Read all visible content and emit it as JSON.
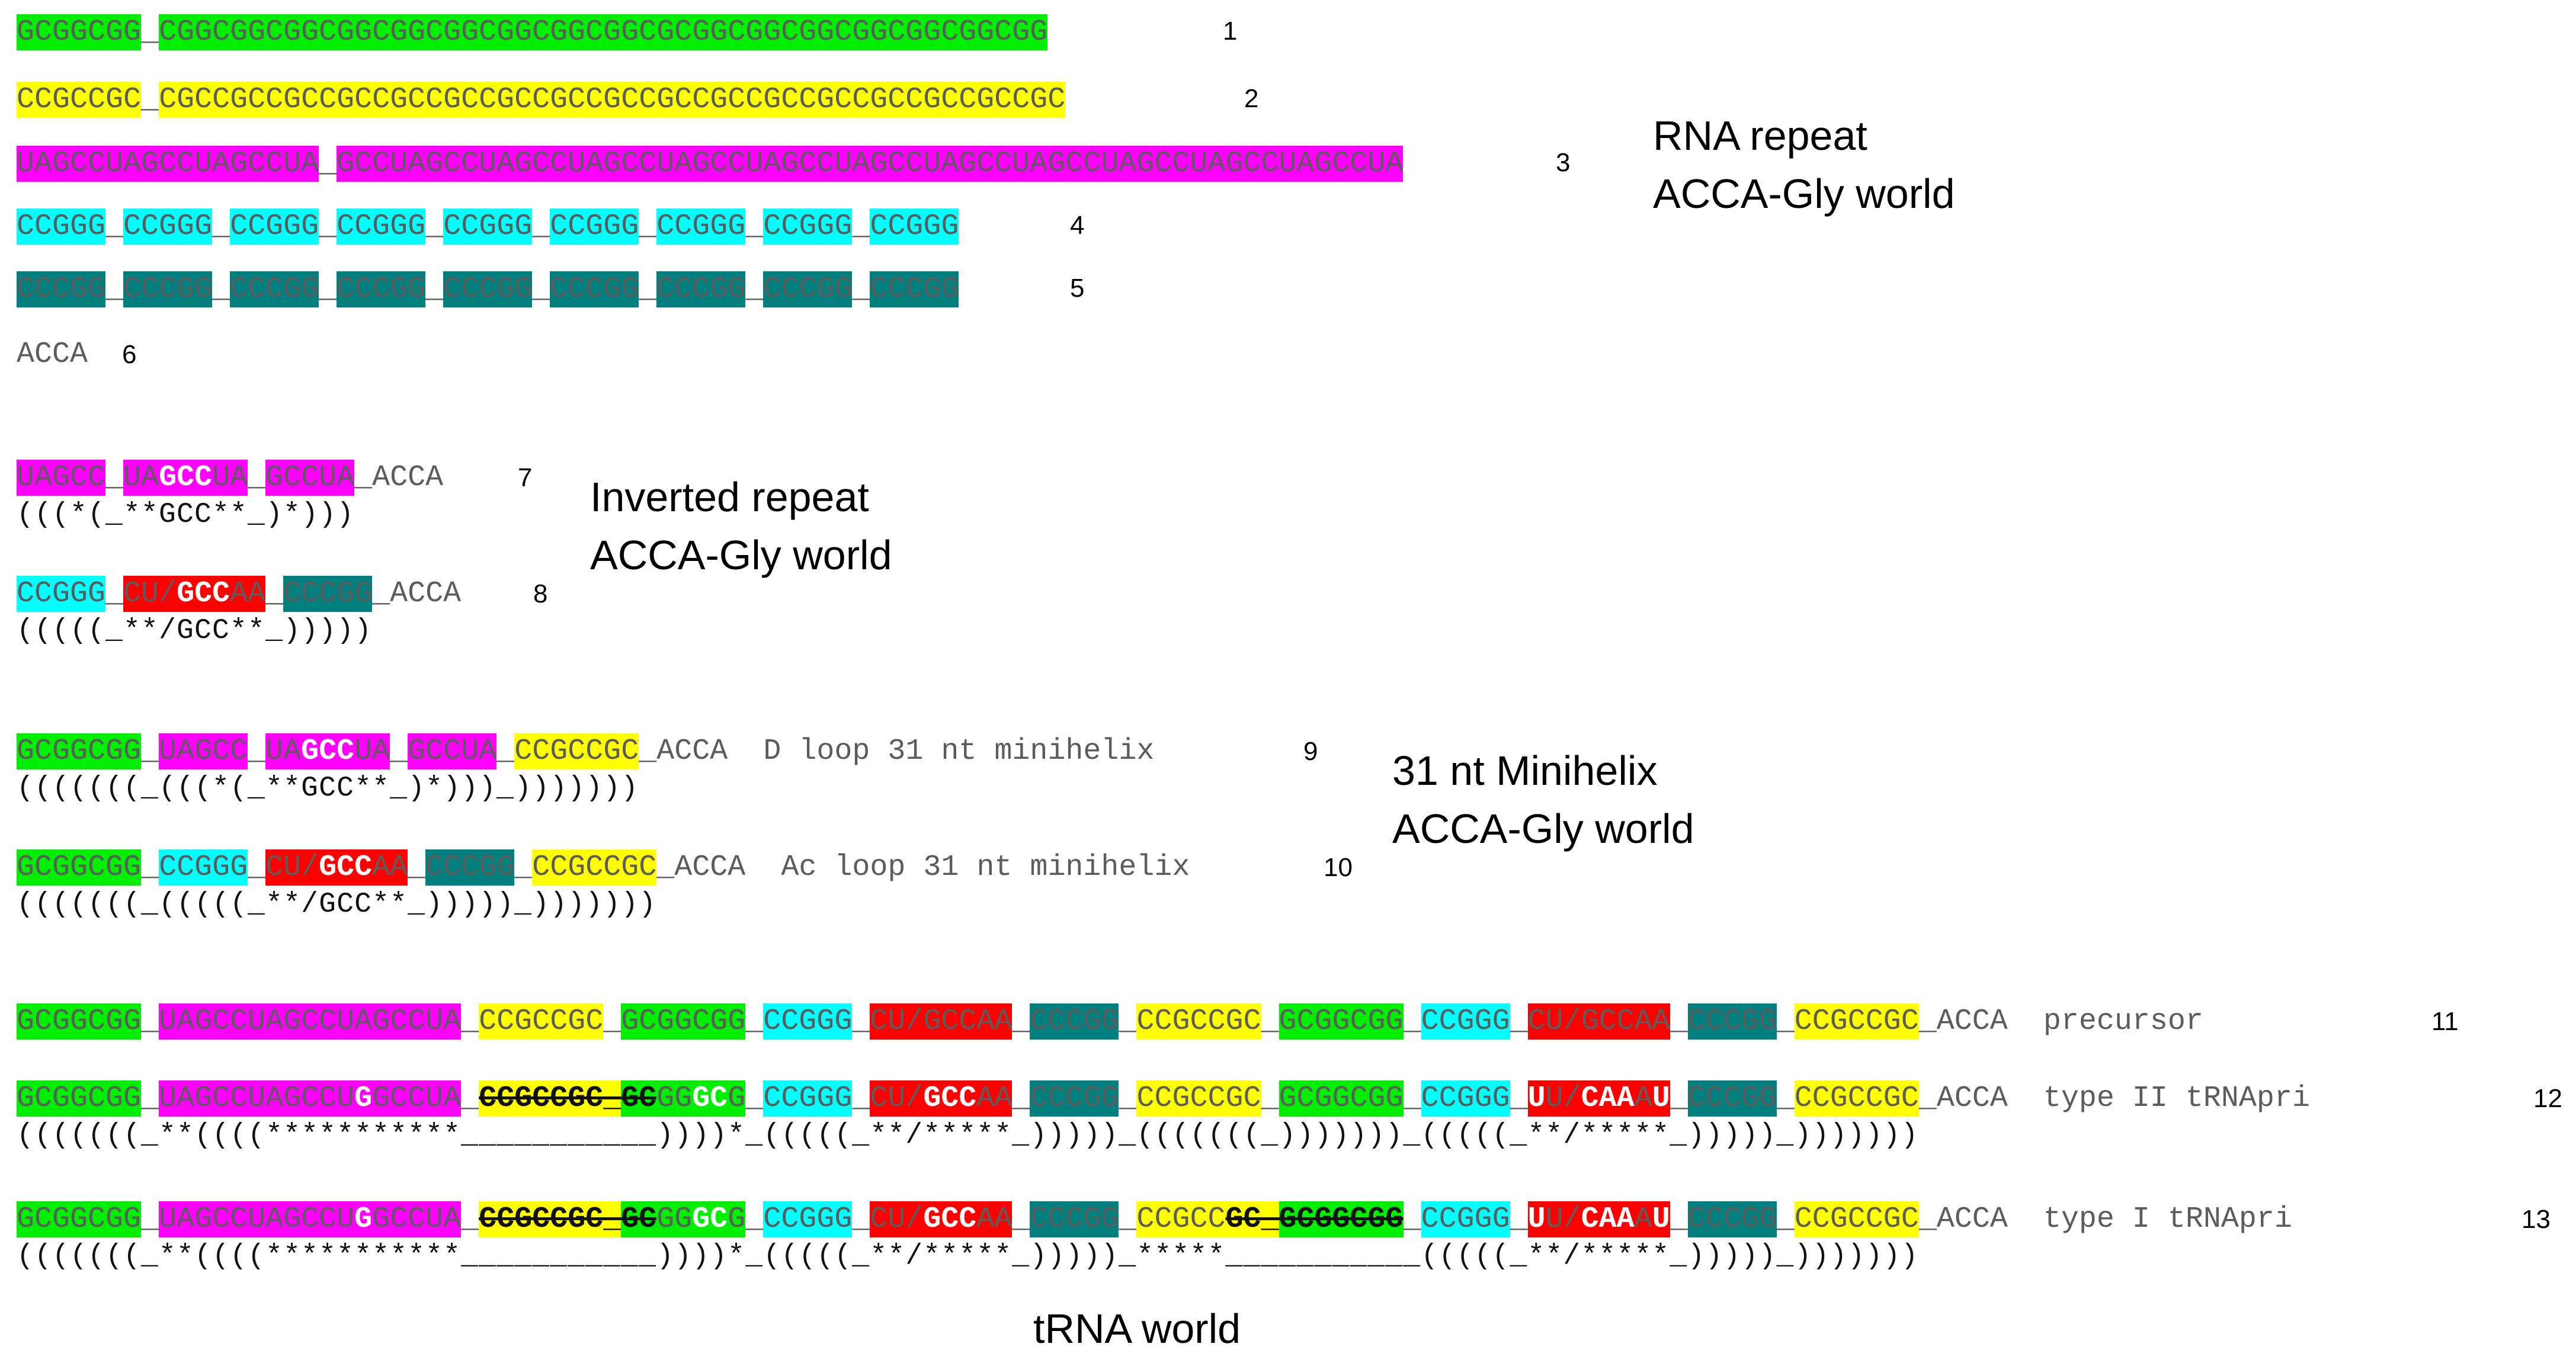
{
  "rows": [
    {
      "num": "1",
      "label": "",
      "segments": [
        {
          "t": "GCGGCGG",
          "c": "green"
        },
        {
          "t": "_",
          "c": "sep"
        },
        {
          "t": "CGGCGGCGGCGGCGGCGGCGGCGGCGGCGCGGCGGCGGCGGCGGCGGCGG",
          "c": "green"
        }
      ]
    },
    {
      "num": "2",
      "label": "",
      "segments": [
        {
          "t": "CCGCCGC",
          "c": "yellow"
        },
        {
          "t": "_",
          "c": "sep"
        },
        {
          "t": "CGCCGCCGCCGCCGCCGCCGCCGCCGCCGCCGCCGCCGCCGCCGCCGCCGC",
          "c": "yellow"
        }
      ]
    },
    {
      "num": "3",
      "label": "",
      "segments": [
        {
          "t": "UAGCCUAGCCUAGCCUA",
          "c": "magenta"
        },
        {
          "t": "_",
          "c": "sep"
        },
        {
          "t": "GCCUAGCCUAGCCUAGCCUAGCCUAGCCUAGCCUAGCCUAGCCUAGCCUAGCCUAGCCUA",
          "c": "magenta"
        }
      ]
    },
    {
      "num": "4",
      "label": "",
      "segments": [
        {
          "t": "CCGGG",
          "c": "cyan"
        },
        {
          "t": "_",
          "c": "sep"
        },
        {
          "t": "CCGGG",
          "c": "cyan"
        },
        {
          "t": "_",
          "c": "sep"
        },
        {
          "t": "CCGGG",
          "c": "cyan"
        },
        {
          "t": "_",
          "c": "sep"
        },
        {
          "t": "CCGGG",
          "c": "cyan"
        },
        {
          "t": "_",
          "c": "sep"
        },
        {
          "t": "CCGGG",
          "c": "cyan"
        },
        {
          "t": "_",
          "c": "sep"
        },
        {
          "t": "CCGGG",
          "c": "cyan"
        },
        {
          "t": "_",
          "c": "sep"
        },
        {
          "t": "CCGGG",
          "c": "cyan"
        },
        {
          "t": "_",
          "c": "sep"
        },
        {
          "t": "CCGGG",
          "c": "cyan"
        },
        {
          "t": "_",
          "c": "sep"
        },
        {
          "t": "CCGGG",
          "c": "cyan"
        }
      ]
    },
    {
      "num": "5",
      "label": "",
      "segments": [
        {
          "t": "CCCGG",
          "c": "teal"
        },
        {
          "t": "_",
          "c": "sep"
        },
        {
          "t": "CCCGG",
          "c": "teal"
        },
        {
          "t": "_",
          "c": "sep"
        },
        {
          "t": "CCCGG",
          "c": "teal"
        },
        {
          "t": "_",
          "c": "sep"
        },
        {
          "t": "CCCGG",
          "c": "teal"
        },
        {
          "t": "_",
          "c": "sep"
        },
        {
          "t": "CCCGG",
          "c": "teal"
        },
        {
          "t": "_",
          "c": "sep"
        },
        {
          "t": "CCCGG",
          "c": "teal"
        },
        {
          "t": "_",
          "c": "sep"
        },
        {
          "t": "CCCGG",
          "c": "teal"
        },
        {
          "t": "_",
          "c": "sep"
        },
        {
          "t": "CCCGG",
          "c": "teal"
        },
        {
          "t": "_",
          "c": "sep"
        },
        {
          "t": "CCCGG",
          "c": "teal"
        }
      ]
    },
    {
      "num": "6",
      "label": "",
      "segments": [
        {
          "t": "ACCA ",
          "c": "plain"
        }
      ]
    },
    {
      "num": "7",
      "label": "",
      "segments": [
        {
          "t": "UAGCC",
          "c": "magenta"
        },
        {
          "t": "_",
          "c": "sep"
        },
        {
          "t": "UA",
          "c": "magenta"
        },
        {
          "t": "GCC",
          "c": "magenta white"
        },
        {
          "t": "UA",
          "c": "magenta"
        },
        {
          "t": "_",
          "c": "sep"
        },
        {
          "t": "GCCUA",
          "c": "magenta"
        },
        {
          "t": "_ACCA",
          "c": "plain"
        }
      ],
      "structure": "(((*(_**GCC**_)*)))"
    },
    {
      "num": "8",
      "label": "",
      "segments": [
        {
          "t": "CCGGG",
          "c": "cyan"
        },
        {
          "t": "_",
          "c": "sep"
        },
        {
          "t": "CU/",
          "c": "red"
        },
        {
          "t": "GCC",
          "c": "red white"
        },
        {
          "t": "AA",
          "c": "red"
        },
        {
          "t": "_",
          "c": "sep"
        },
        {
          "t": "CCCGG",
          "c": "teal"
        },
        {
          "t": "_ACCA",
          "c": "plain"
        }
      ],
      "structure": "(((((_**/GCC**_)))))"
    },
    {
      "num": "9",
      "label": "D loop 31 nt minihelix",
      "segments": [
        {
          "t": "GCGGCGG",
          "c": "green"
        },
        {
          "t": "_",
          "c": "sep"
        },
        {
          "t": "UAGCC",
          "c": "magenta"
        },
        {
          "t": "_",
          "c": "sep"
        },
        {
          "t": "UA",
          "c": "magenta"
        },
        {
          "t": "GCC",
          "c": "magenta white"
        },
        {
          "t": "UA",
          "c": "magenta"
        },
        {
          "t": "_",
          "c": "sep"
        },
        {
          "t": "GCCUA",
          "c": "magenta"
        },
        {
          "t": "_",
          "c": "sep"
        },
        {
          "t": "CCGCCGC",
          "c": "yellow"
        },
        {
          "t": "_ACCA",
          "c": "plain"
        }
      ],
      "structure": "(((((((_(((*(_**GCC**_)*)))_)))))))"
    },
    {
      "num": "10",
      "label": "Ac loop 31 nt minihelix",
      "segments": [
        {
          "t": "GCGGCGG",
          "c": "green"
        },
        {
          "t": "_",
          "c": "sep"
        },
        {
          "t": "CCGGG",
          "c": "cyan"
        },
        {
          "t": "_",
          "c": "sep"
        },
        {
          "t": "CU/",
          "c": "red"
        },
        {
          "t": "GCC",
          "c": "red white"
        },
        {
          "t": "AA",
          "c": "red"
        },
        {
          "t": "_",
          "c": "sep"
        },
        {
          "t": "CCCGG",
          "c": "teal"
        },
        {
          "t": "_",
          "c": "sep"
        },
        {
          "t": "CCGCCGC",
          "c": "yellow"
        },
        {
          "t": "_ACCA",
          "c": "plain"
        }
      ],
      "structure": "(((((((_(((((_**/GCC**_)))))_)))))))"
    },
    {
      "num": "11",
      "label": "precursor",
      "segments": [
        {
          "t": "GCGGCGG",
          "c": "green"
        },
        {
          "t": "_",
          "c": "sep"
        },
        {
          "t": "UAGCCUAGCCUAGCCUA",
          "c": "magenta"
        },
        {
          "t": "_",
          "c": "sep"
        },
        {
          "t": "CCGCCGC",
          "c": "yellow"
        },
        {
          "t": "_",
          "c": "sep"
        },
        {
          "t": "GCGGCGG",
          "c": "green"
        },
        {
          "t": "_",
          "c": "sep"
        },
        {
          "t": "CCGGG",
          "c": "cyan"
        },
        {
          "t": "_",
          "c": "sep"
        },
        {
          "t": "CU/GCCAA",
          "c": "red"
        },
        {
          "t": "_",
          "c": "sep"
        },
        {
          "t": "CCCGG",
          "c": "teal"
        },
        {
          "t": "_",
          "c": "sep"
        },
        {
          "t": "CCGCCGC",
          "c": "yellow"
        },
        {
          "t": "_",
          "c": "sep"
        },
        {
          "t": "GCGGCGG",
          "c": "green"
        },
        {
          "t": "_",
          "c": "sep"
        },
        {
          "t": "CCGGG",
          "c": "cyan"
        },
        {
          "t": "_",
          "c": "sep"
        },
        {
          "t": "CU/GCCAA",
          "c": "red"
        },
        {
          "t": "_",
          "c": "sep"
        },
        {
          "t": "CCCGG",
          "c": "teal"
        },
        {
          "t": "_",
          "c": "sep"
        },
        {
          "t": "CCGCCGC",
          "c": "yellow"
        },
        {
          "t": "_ACCA",
          "c": "plain"
        }
      ]
    },
    {
      "num": "12",
      "label": "type II tRNApri",
      "segments": [
        {
          "t": "GCGGCGG",
          "c": "green"
        },
        {
          "t": "_",
          "c": "sep"
        },
        {
          "t": "UAGCCUAGCCU",
          "c": "magenta"
        },
        {
          "t": "G",
          "c": "magenta white"
        },
        {
          "t": "GCCUA",
          "c": "magenta"
        },
        {
          "t": "_",
          "c": "sep"
        },
        {
          "t": "CCGCCGC_",
          "c": "yellow strike"
        },
        {
          "t": "GC",
          "c": "green strike"
        },
        {
          "t": "GG",
          "c": "green"
        },
        {
          "t": "GC",
          "c": "green white"
        },
        {
          "t": "G",
          "c": "green"
        },
        {
          "t": "_",
          "c": "sep"
        },
        {
          "t": "CCGGG",
          "c": "cyan"
        },
        {
          "t": "_",
          "c": "sep"
        },
        {
          "t": "CU/",
          "c": "red"
        },
        {
          "t": "GCC",
          "c": "red white"
        },
        {
          "t": "AA",
          "c": "red"
        },
        {
          "t": "_",
          "c": "sep"
        },
        {
          "t": "CCCGG",
          "c": "teal"
        },
        {
          "t": "_",
          "c": "sep"
        },
        {
          "t": "CCGCCGC",
          "c": "yellow"
        },
        {
          "t": "_",
          "c": "sep"
        },
        {
          "t": "GCGGCGG",
          "c": "green"
        },
        {
          "t": "_",
          "c": "sep"
        },
        {
          "t": "CCGGG",
          "c": "cyan"
        },
        {
          "t": "_",
          "c": "sep"
        },
        {
          "t": "U",
          "c": "red white"
        },
        {
          "t": "U/",
          "c": "red"
        },
        {
          "t": "CAA",
          "c": "red white"
        },
        {
          "t": "A",
          "c": "red"
        },
        {
          "t": "U",
          "c": "red white"
        },
        {
          "t": "_",
          "c": "sep"
        },
        {
          "t": "CCCGG",
          "c": "teal"
        },
        {
          "t": "_",
          "c": "sep"
        },
        {
          "t": "CCGCCGC",
          "c": "yellow"
        },
        {
          "t": "_ACCA",
          "c": "plain"
        }
      ],
      "structure": "(((((((_**((((***********___________))))*_(((((_**/*****_)))))_(((((((_)))))))_(((((_**/*****_)))))_)))))))"
    },
    {
      "num": "13",
      "label": "type I tRNApri",
      "segments": [
        {
          "t": "GCGGCGG",
          "c": "green"
        },
        {
          "t": "_",
          "c": "sep"
        },
        {
          "t": "UAGCCUAGCCU",
          "c": "magenta"
        },
        {
          "t": "G",
          "c": "magenta white"
        },
        {
          "t": "GCCUA",
          "c": "magenta"
        },
        {
          "t": "_",
          "c": "sep"
        },
        {
          "t": "CCGCCGC_",
          "c": "yellow strike"
        },
        {
          "t": "GC",
          "c": "green strike"
        },
        {
          "t": "GG",
          "c": "green"
        },
        {
          "t": "GC",
          "c": "green white"
        },
        {
          "t": "G",
          "c": "green"
        },
        {
          "t": "_",
          "c": "sep"
        },
        {
          "t": "CCGGG",
          "c": "cyan"
        },
        {
          "t": "_",
          "c": "sep"
        },
        {
          "t": "CU/",
          "c": "red"
        },
        {
          "t": "GCC",
          "c": "red white"
        },
        {
          "t": "AA",
          "c": "red"
        },
        {
          "t": "_",
          "c": "sep"
        },
        {
          "t": "CCCGG",
          "c": "teal"
        },
        {
          "t": "_",
          "c": "sep"
        },
        {
          "t": "CCGCC",
          "c": "yellow"
        },
        {
          "t": "GC_",
          "c": "yellow strike"
        },
        {
          "t": "GCGGCGG",
          "c": "green strike"
        },
        {
          "t": "_",
          "c": "sep"
        },
        {
          "t": "CCGGG",
          "c": "cyan"
        },
        {
          "t": "_",
          "c": "sep"
        },
        {
          "t": "U",
          "c": "red white"
        },
        {
          "t": "U/",
          "c": "red"
        },
        {
          "t": "CAA",
          "c": "red white"
        },
        {
          "t": "A",
          "c": "red"
        },
        {
          "t": "U",
          "c": "red white"
        },
        {
          "t": "_",
          "c": "sep"
        },
        {
          "t": "CCCGG",
          "c": "teal"
        },
        {
          "t": "_",
          "c": "sep"
        },
        {
          "t": "CCGCCGC",
          "c": "yellow"
        },
        {
          "t": "_ACCA",
          "c": "plain"
        }
      ],
      "structure": "(((((((_**((((***********___________))))*_(((((_**/*****_)))))_*****___________(((((_**/*****_)))))_)))))))"
    }
  ],
  "labels": {
    "rna_repeat": {
      "line1": "RNA repeat",
      "line2": "ACCA-Gly world"
    },
    "inverted_repeat": {
      "line1": "Inverted repeat",
      "line2": "ACCA-Gly world"
    },
    "minihelix": {
      "line1": "31 nt Minihelix",
      "line2": "ACCA-Gly world"
    },
    "trna_world": {
      "line1": "tRNA world"
    }
  },
  "colors": {
    "green": "#00ef00",
    "yellow": "#ffff00",
    "magenta": "#ff00ff",
    "cyan": "#00ffff",
    "teal": "#007f7f",
    "red": "#ff0000"
  }
}
